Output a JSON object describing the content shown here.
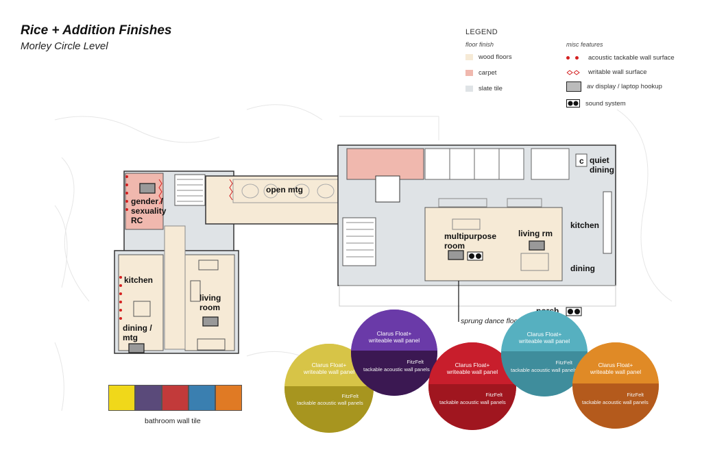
{
  "header": {
    "title": "Rice + Addition Finishes",
    "subtitle": "Morley Circle Level"
  },
  "legend": {
    "heading": "LEGEND",
    "floor_finish_label": "floor finish",
    "floor_items": [
      {
        "label": "wood floors",
        "color": "#f6ead6"
      },
      {
        "label": "carpet",
        "color": "#f0b8ae"
      },
      {
        "label": "slate tile",
        "color": "#dfe3e6"
      }
    ],
    "misc_label": "misc features",
    "misc_items": [
      {
        "label": "acoustic tackable wall surface",
        "icon": "red-dots-icon"
      },
      {
        "label": "writable wall surface",
        "icon": "red-diamond-icon"
      },
      {
        "label": "av display / laptop hookup",
        "icon": "display-icon"
      },
      {
        "label": "sound system",
        "icon": "speaker-icon"
      }
    ]
  },
  "rooms": {
    "gender": "gender /\nsexuality\nRC",
    "open_mtg": "open mtg",
    "kitchen_left": "kitchen",
    "living_left": "living\nroom",
    "dining_left": "dining /\nmtg",
    "multipurpose": "multipurpose\nroom",
    "living_rm": "living rm",
    "c": "c",
    "quiet": "quiet\ndining",
    "kitchen_right": "kitchen",
    "dining_right": "dining",
    "porch": "porch",
    "sprung": "sprung dance floor"
  },
  "panels": [
    {
      "top": "Clarus Float+\nwriteable wall panel",
      "bottom_brand": "FitzFelt",
      "bottom": "tackable acoustic wall panels",
      "color_top": "#d7c447",
      "color_bot": "#9e8d1e"
    },
    {
      "top": "Clarus Float+\nwriteable wall panel",
      "bottom_brand": "FitzFelt",
      "bottom": "tackable acoustic wall panels",
      "color_top": "#6a3aa8",
      "color_bot": "#3a1750"
    },
    {
      "top": "Clarus Float+\nwriteable wall panel",
      "bottom_brand": "FitzFelt",
      "bottom": "tackable acoustic wall panels",
      "color_top": "#c81e2c",
      "color_bot": "#9b1620"
    },
    {
      "top": "Clarus Float+\nwriteable wall panel",
      "bottom_brand": "FitzFelt",
      "bottom": "tackable acoustic wall panels",
      "color_top": "#56b0c0",
      "color_bot": "#3e8a98"
    },
    {
      "top": "Clarus Float+\nwriteable wall panel",
      "bottom_brand": "FitzFelt",
      "bottom": "tackable acoustic wall panels",
      "color_top": "#e08a26",
      "color_bot": "#b2581c"
    }
  ],
  "tiles": {
    "label": "bathroom wall tile",
    "colors": [
      "#f0d81a",
      "#5a4a7a",
      "#c23a3a",
      "#3a7fb0",
      "#e07a24"
    ]
  }
}
